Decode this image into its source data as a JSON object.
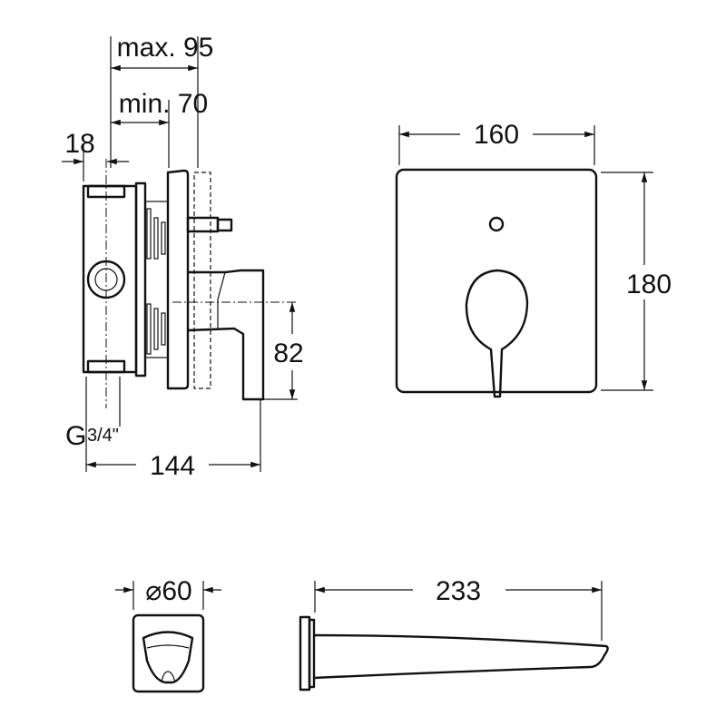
{
  "dimensions": {
    "max_depth": "max. 95",
    "min_depth": "min. 70",
    "offset": "18",
    "handle_height": "82",
    "thread_prefix": "G",
    "thread_size": "3/4\"",
    "total_depth": "144",
    "plate_width": "160",
    "plate_height": "180",
    "spout_diameter": "⌀60",
    "spout_length": "233"
  },
  "colors": {
    "line": "#111111",
    "background": "#ffffff"
  }
}
